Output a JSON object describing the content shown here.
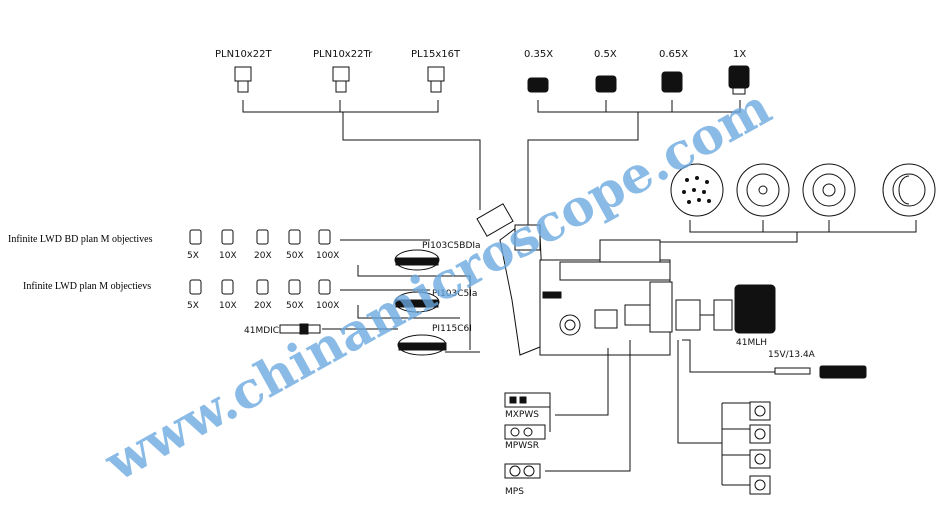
{
  "eyepieces": [
    "PLN10x22T",
    "PLN10x22Tr",
    "PL15x16T"
  ],
  "adapters": [
    "0.35X",
    "0.5X",
    "0.65X",
    "1X"
  ],
  "objective_groups": [
    {
      "title": "Infinite LWD BD plan M objectives",
      "mags": [
        "5X",
        "10X",
        "20X",
        "50X",
        "100X"
      ]
    },
    {
      "title": "Infinite LWD plan M objectievs",
      "mags": [
        "5X",
        "10X",
        "20X",
        "50X",
        "100X"
      ]
    }
  ],
  "turrets": [
    "PI103C5BDIa",
    "PI103C5Ia",
    "PI115C6I"
  ],
  "dic": "41MDICR",
  "lamp_house": "41MLH",
  "power": "15V/13.4A",
  "power_units": [
    "MXPWS",
    "MPWSR",
    "MPS"
  ],
  "watermark": "www.chinamicroscope.com"
}
